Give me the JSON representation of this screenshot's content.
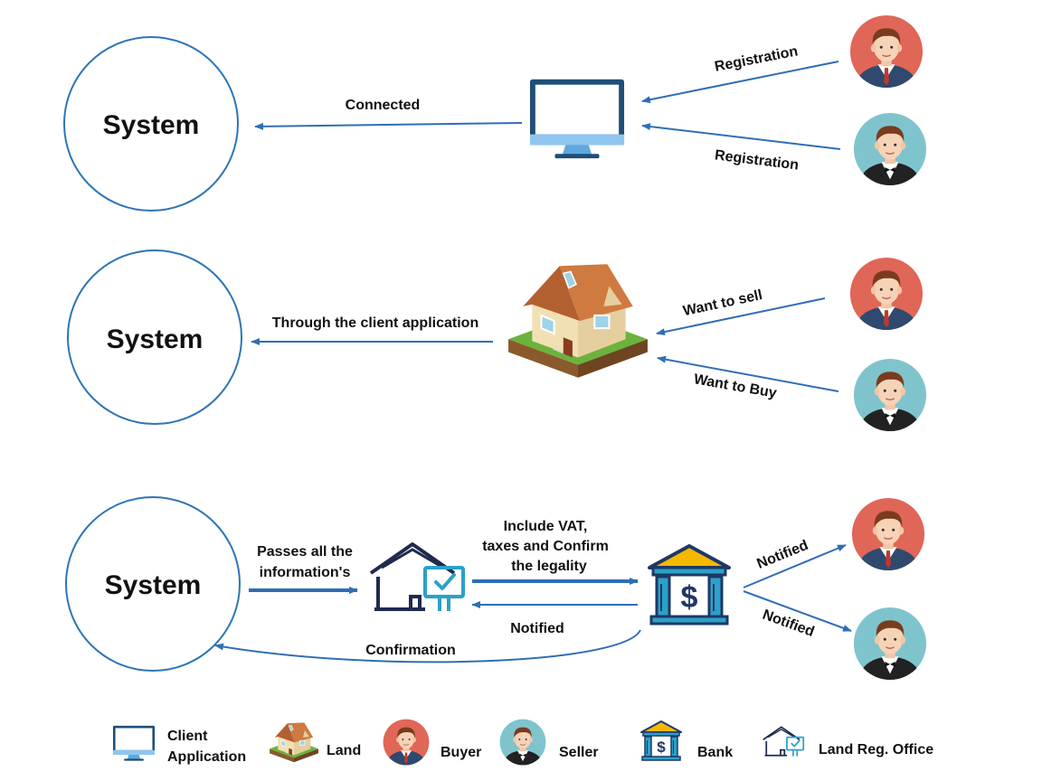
{
  "rows": [
    {
      "system_label": "System",
      "left_arrow_label": "Connected",
      "top_arrow_label": "Registration",
      "bottom_arrow_label": "Registration"
    },
    {
      "system_label": "System",
      "left_arrow_label": "Through the client application",
      "top_arrow_label": "Want to sell",
      "bottom_arrow_label": "Want to Buy"
    },
    {
      "system_label": "System",
      "pass_label_line1": "Passes all the",
      "pass_label_line2": "information's",
      "vat_label_line1": "Include VAT,",
      "vat_label_line2": "taxes and Confirm",
      "vat_label_line3": "the legality",
      "notified_back_label": "Notified",
      "confirmation_label": "Confirmation",
      "notified_top_label": "Notified",
      "notified_bottom_label": "Notified"
    }
  ],
  "legend": {
    "client_application_line1": "Client",
    "client_application_line2": "Application",
    "land": "Land",
    "buyer": "Buyer",
    "seller": "Seller",
    "bank": "Bank",
    "land_reg_office": "Land Reg. Office"
  },
  "colors": {
    "arrow": "#2f6eb5",
    "circle_stroke": "#2e75b6",
    "buyer_bg": "#e06657",
    "seller_bg": "#7fc4cd",
    "navy": "#1f3864",
    "gold": "#f5b800"
  },
  "icons": [
    "monitor-icon",
    "house-icon",
    "buyer-avatar-icon",
    "seller-avatar-icon",
    "land-office-icon",
    "bank-icon"
  ]
}
